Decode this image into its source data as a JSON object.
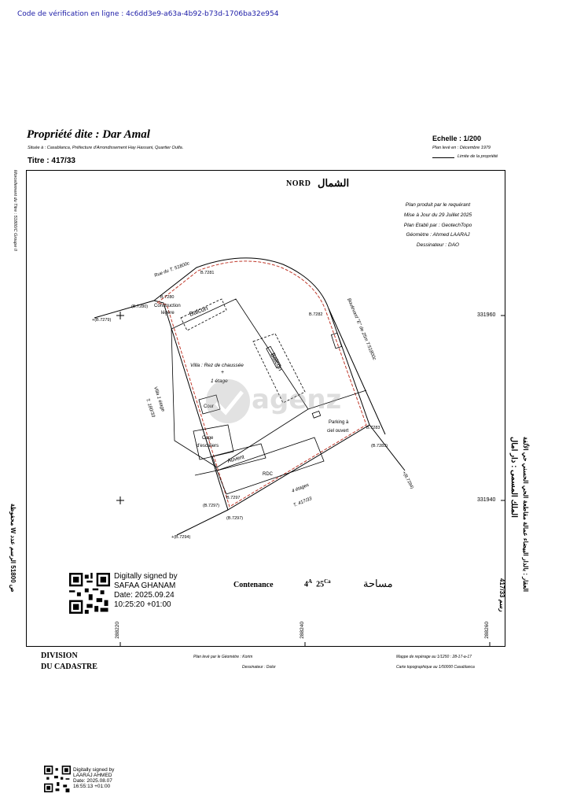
{
  "verification": "Code de vérification en ligne : 4c6dd3e9-a63a-4b92-b73d-1706ba32e954",
  "header": {
    "title": "Propriété dite : Dar Amal",
    "situe": "Située à : Casablanca, Préfecture d'Arrondissement Hay Hassani, Quartier Oulfa.",
    "titre": "Titre : 417/33",
    "echelle": "Echelle : 1/200",
    "plan_leve": "Plan levé en : Décembre 1979",
    "limite": "Limite de la propriété"
  },
  "plan": {
    "nord": "NORD",
    "nord_ar": "الشمال",
    "meta": [
      "Plan produit par le requérant",
      "Mise à Jour du 29 Juillet 2025",
      "Plan Etabli par : GeotechTopo",
      "Géomètre : Ahmed LAARAJ",
      "Dessinateur : DAO"
    ],
    "side_left": "Morcellement du Titre : 51800/C   Groupe  II",
    "side_left2": "محفوظة W    ص 51800 الرسم عدد",
    "side_right": "الملك المسمى : دار امال",
    "side_right2": "العقار : بالدار البيضاء عمالة مقاطعة الحي الحسني حي الألفة",
    "side_right3": "رسم 417/33",
    "coords_right": [
      "331960",
      "331940"
    ],
    "coords_bottom": [
      "288220",
      "288240",
      "288260"
    ],
    "labels": {
      "rue": "Rue du T. 51800c",
      "boulevard": "Boulevard \"E\" de 25m  T.51800c",
      "villa_left": "Villa 1 étage",
      "t_left": "T. 180/33",
      "quatre_etages": "4 étages",
      "t_bottom": "T. 417/33",
      "construction": "Construction",
      "legere": "légère",
      "balcon_top": "Balcon",
      "balcon_right": "Balcon",
      "villa_main": "Villa : Rez de chaussée",
      "plus": "+",
      "etage": "1 étage",
      "cour": "Cour",
      "cage": "Cage",
      "escaliers": "d'escaliers",
      "auvent": "Auvent",
      "rdc": "RDC",
      "parking": "Parking à",
      "ciel": "ciel ouvert",
      "b7281": "B.7281",
      "b7280": "B.7280",
      "b7280p": "(B.7280)",
      "b7279": "+(B.7279)",
      "b7282": "B.7282",
      "b7283": "B.7283",
      "b7283p": "(B.7283)",
      "b7284": "+(B.7284)",
      "b7297": "B.7297",
      "b7297p": "(B.7297)",
      "b7297p2": "(B.7297)",
      "b7294": "+(B.7294)"
    },
    "contenance": "Contenance",
    "contenance_a": "4",
    "contenance_a_unit": "A",
    "contenance_ca": "25",
    "contenance_ca_unit": "Ca",
    "contenance_ar": "مساحة"
  },
  "footer": {
    "division": "DIVISION",
    "cadastre": "DU CADASTRE",
    "plan_leve": "Plan levé par le Géomètre : Korim",
    "dessinateur": "Dessinateur : Dolor",
    "mappe": "Mappe de repérage au 1/1250 : 28-17-a-17",
    "carte": "Carte topographique au 1/50000 Casablanca"
  },
  "signature1": {
    "line1": "Digitally signed by",
    "line2": "SAFAA GHANAM",
    "line3": "Date: 2025.09.24",
    "line4": "10:25:20 +01:00"
  },
  "signature2": {
    "line1": "Digitally signed by",
    "line2": "LAARAJ AHMED",
    "line3": "Date: 2025.08.07",
    "line4": "16:55:13 +01:00"
  },
  "watermark": "agenz",
  "colors": {
    "boundary": "#c0392b",
    "link": "#1a1aa6"
  }
}
